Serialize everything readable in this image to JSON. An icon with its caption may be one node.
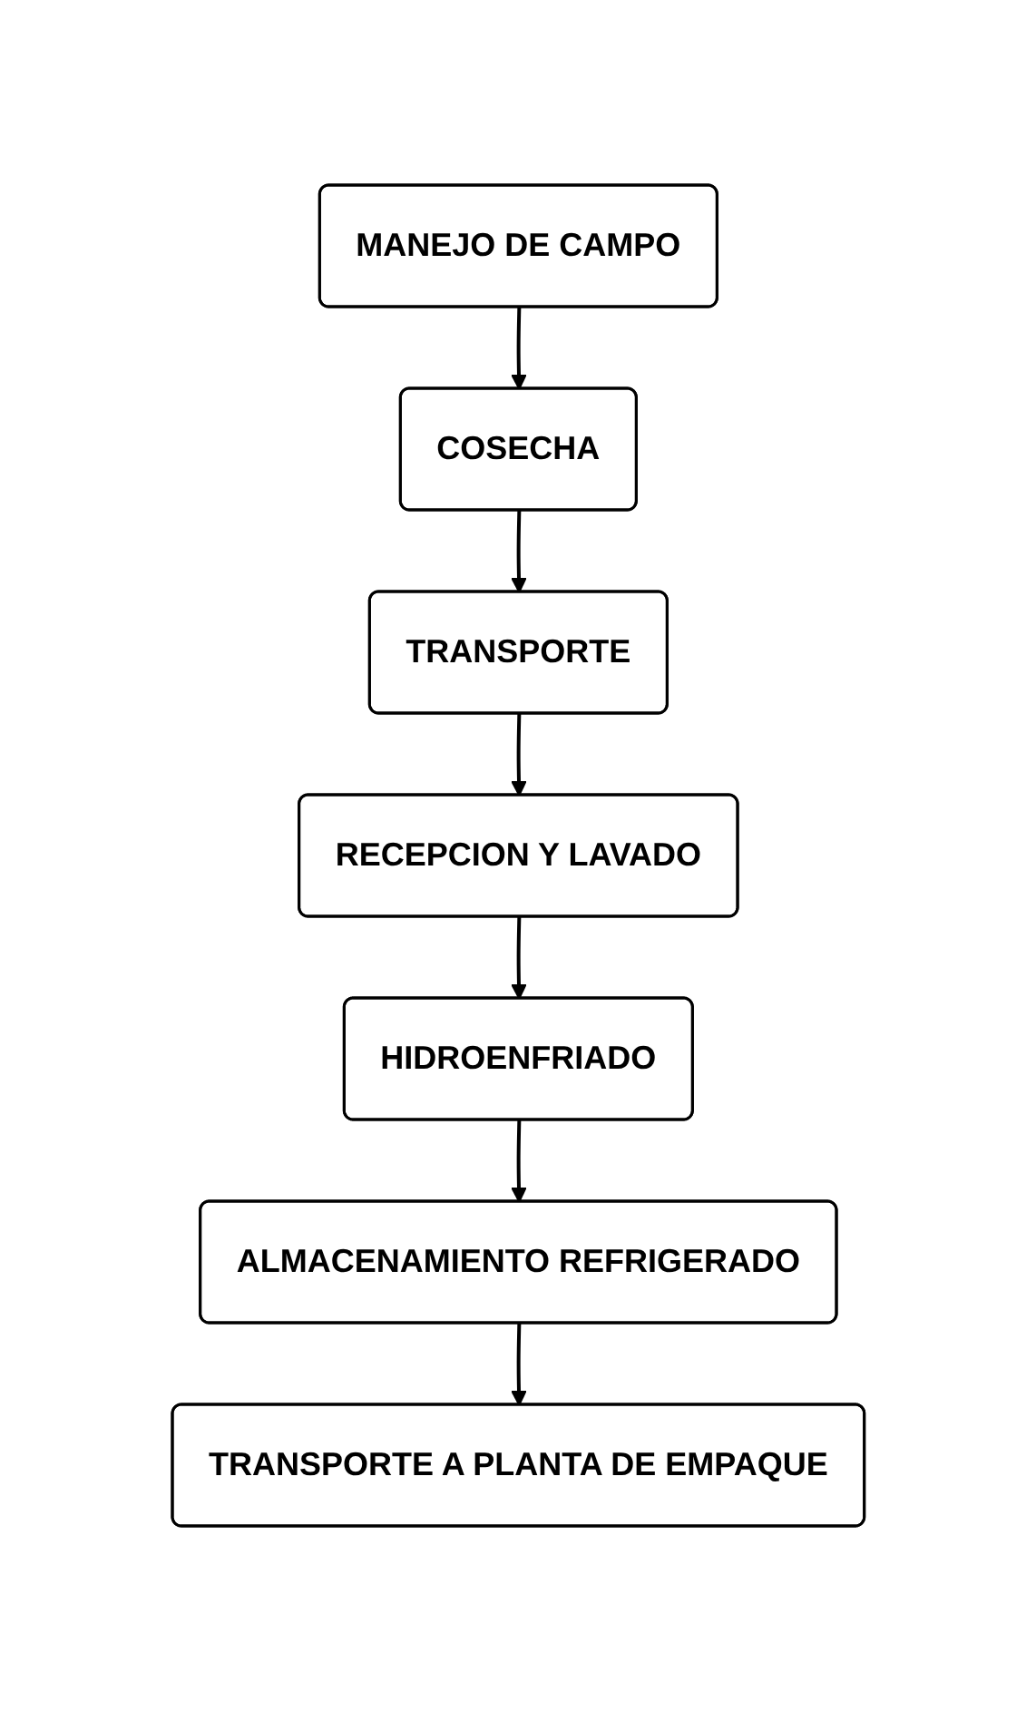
{
  "diagram": {
    "nodes": [
      {
        "text": [
          "MANEJO DE CAMPO"
        ]
      },
      {
        "text": [
          "COSECHA"
        ]
      },
      {
        "text": [
          "TRANSPORTE"
        ]
      },
      {
        "text": [
          "RECEPCION Y LAVADO"
        ]
      },
      {
        "text": [
          "HIDROENFRIADO"
        ]
      },
      {
        "text": [
          "ALMACENAMIENTO REFRIGERADO"
        ]
      },
      {
        "text": [
          "TRANSPORTE A PLANTA DE EMPAQUE"
        ]
      }
    ],
    "edges": [
      {
        "from": 0,
        "to": 1,
        "arrow": "to"
      },
      {
        "from": 1,
        "to": 2,
        "arrow": "to"
      },
      {
        "from": 2,
        "to": 3,
        "arrow": "to"
      },
      {
        "from": 3,
        "to": 4,
        "arrow": "to"
      },
      {
        "from": 4,
        "to": 5,
        "arrow": "to"
      },
      {
        "from": 5,
        "to": 6,
        "arrow": "to"
      }
    ]
  }
}
